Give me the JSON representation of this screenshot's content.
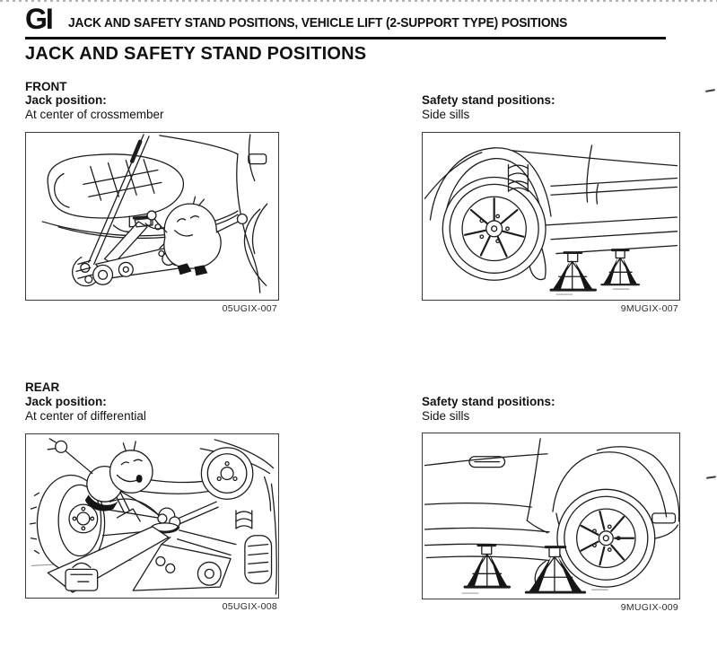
{
  "header": {
    "section_code": "GI",
    "title": "JACK AND SAFETY STAND POSITIONS, VEHICLE LIFT (2-SUPPORT TYPE) POSITIONS"
  },
  "heading": "JACK AND SAFETY STAND POSITIONS",
  "front": {
    "title": "FRONT",
    "jack": {
      "label": "Jack position:",
      "value": "At center of crossmember",
      "figure_code": "05UGIX-007"
    },
    "stands": {
      "label": "Safety stand positions:",
      "value": "Side sills",
      "figure_code": "9MUGIX-007"
    }
  },
  "rear": {
    "title": "REAR",
    "jack": {
      "label": "Jack position:",
      "value": "At center of differential",
      "figure_code": "05UGIX-008"
    },
    "stands": {
      "label": "Safety stand positions:",
      "value": "Side sills",
      "figure_code": "9MUGIX-009"
    }
  }
}
